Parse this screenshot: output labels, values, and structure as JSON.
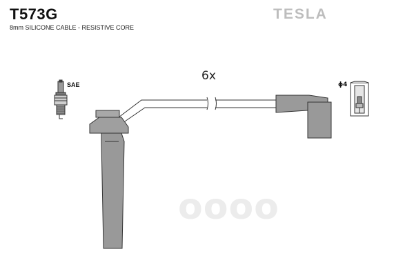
{
  "header": {
    "part_number": "T573G",
    "description": "8mm SILICONE CABLE - RESISTIVE CORE",
    "brand": "TESLA"
  },
  "diagram": {
    "quantity_label": "6x",
    "plug_standard_label": "SAE",
    "terminal_label": "ϕ4"
  },
  "watermark": {
    "text": "oooo"
  },
  "colors": {
    "part_fill": "#999999",
    "part_stroke": "#333333",
    "brand": "#bdbdbd"
  }
}
